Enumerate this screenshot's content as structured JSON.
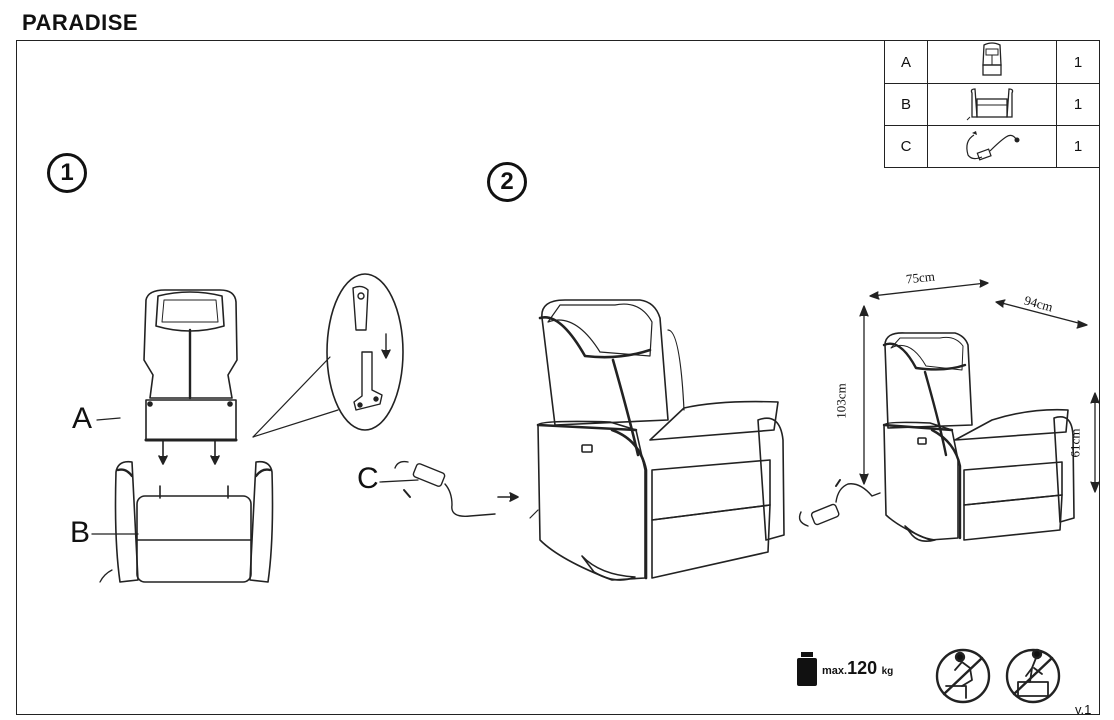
{
  "title": "PARADISE",
  "parts": [
    {
      "letter": "A",
      "icon": "backrest-icon",
      "qty": "1"
    },
    {
      "letter": "B",
      "icon": "chair-base-icon",
      "qty": "1"
    },
    {
      "letter": "C",
      "icon": "power-adapter-icon",
      "qty": "1"
    }
  ],
  "steps": [
    {
      "number": "1"
    },
    {
      "number": "2"
    }
  ],
  "labels": {
    "a": "A",
    "b": "B",
    "c": "C"
  },
  "dimensions": {
    "width": "75cm",
    "depth": "94cm",
    "height": "103cm",
    "seat_height": "61cm"
  },
  "weight": {
    "prefix": "max.",
    "value": "120",
    "unit": "kg"
  },
  "warnings": [
    "no-climbing-icon",
    "no-standing-icon"
  ],
  "version": "v.1"
}
